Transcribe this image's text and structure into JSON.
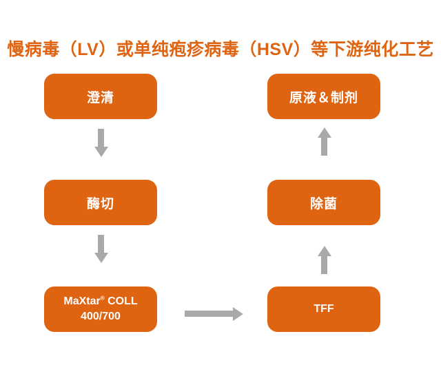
{
  "title": "慢病毒（LV）或单纯疱疹病毒（HSV）等下游纯化工艺",
  "colors": {
    "accent": "#DE6412",
    "arrow": "#A9A9A9",
    "node_text": "#FFFFFF",
    "background": "#FFFFFF"
  },
  "nodes": [
    {
      "id": "clarification",
      "label": "澄清"
    },
    {
      "id": "enzyme-digestion",
      "label": "酶切"
    },
    {
      "id": "maxtar-coll",
      "line1_brand": "MaXtar",
      "line1_reg": "®",
      "line1_rest": " COLL",
      "line2": "400/700"
    },
    {
      "id": "tff",
      "label": "TFF"
    },
    {
      "id": "sterile-filtration",
      "label": "除菌"
    },
    {
      "id": "bulk-and-formulation",
      "label": "原液＆制剂"
    }
  ],
  "arrows": [
    {
      "from": "澄清",
      "to": "酶切",
      "direction": "down"
    },
    {
      "from": "酶切",
      "to": "MaXtar® COLL 400/700",
      "direction": "down"
    },
    {
      "from": "MaXtar® COLL 400/700",
      "to": "TFF",
      "direction": "right"
    },
    {
      "from": "TFF",
      "to": "除菌",
      "direction": "up"
    },
    {
      "from": "除菌",
      "to": "原液＆制剂",
      "direction": "up"
    }
  ]
}
